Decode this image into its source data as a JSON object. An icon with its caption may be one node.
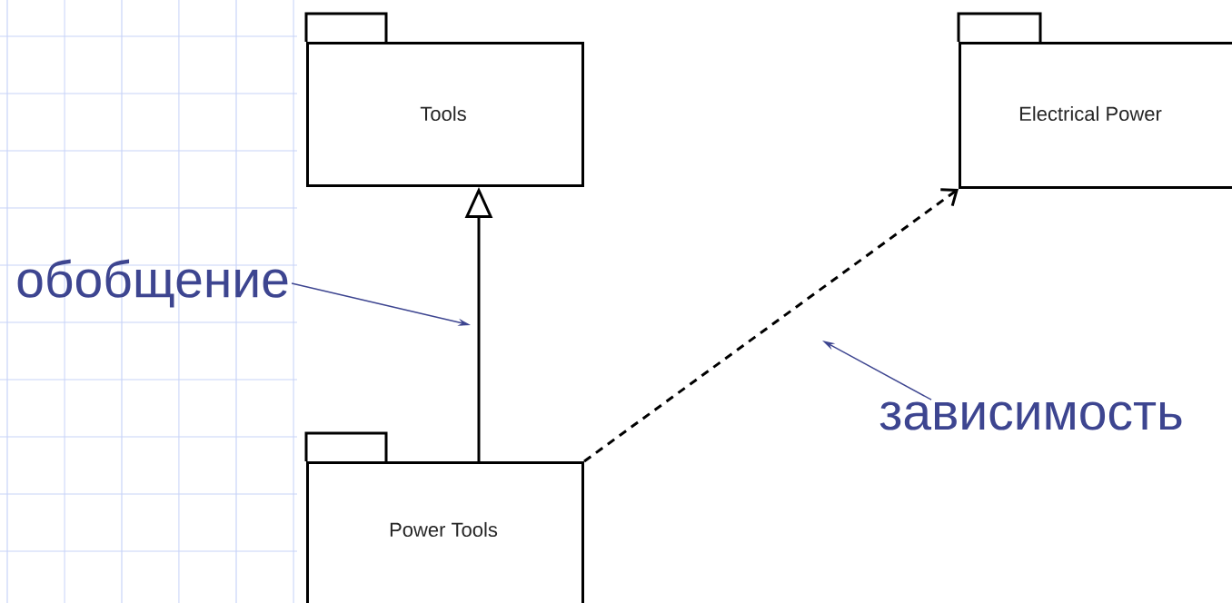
{
  "diagram": {
    "nodes": [
      {
        "text": [
          "Tools"
        ]
      },
      {
        "text": [
          "Electrical Power"
        ]
      },
      {
        "text": [
          "Power Tools"
        ]
      },
      {
        "text": [
          "обобщение"
        ]
      },
      {
        "text": [
          "зависимость"
        ]
      }
    ],
    "edges": [
      {
        "from": 2,
        "to": 0,
        "arrow": "to"
      },
      {
        "from": 2,
        "to": 1,
        "arrow": "to",
        "style": "dashed"
      },
      {
        "from": 3,
        "to": null,
        "arrow": "to",
        "color": "#3d4590"
      },
      {
        "from": 4,
        "to": null,
        "arrow": "to",
        "color": "#3d4590"
      }
    ]
  }
}
